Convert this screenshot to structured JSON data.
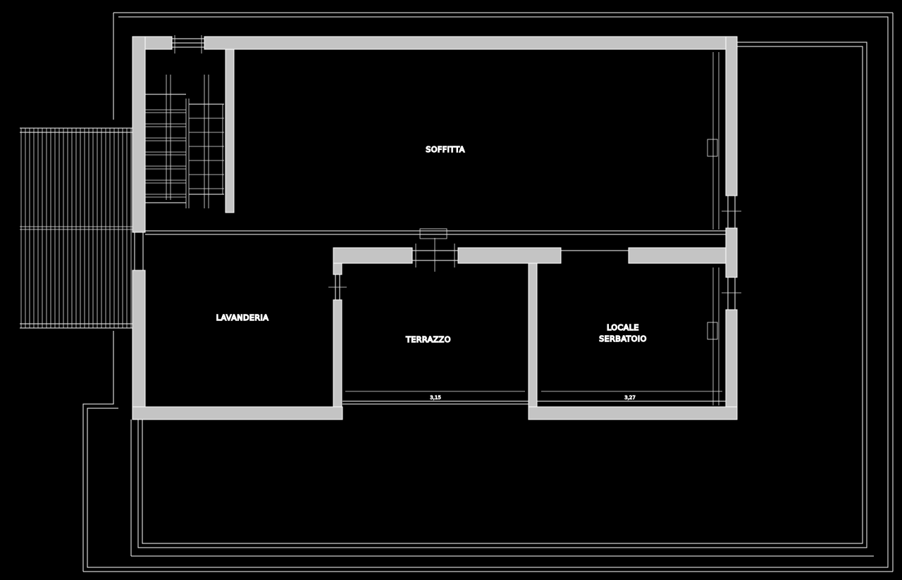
{
  "rooms": {
    "soffitta": "SOFFITTA",
    "lavanderia": "LAVANDERIA",
    "terrazzo": "TERRAZZO",
    "locale_line1": "LOCALE",
    "locale_line2": "SERBATOIO"
  },
  "dimensions": {
    "terrazzo_width": "3,15",
    "serbatoio_width": "3,27"
  },
  "colors": {
    "background": "#000000",
    "wall_fill": "#c4c4c4",
    "line": "#ffffff"
  }
}
